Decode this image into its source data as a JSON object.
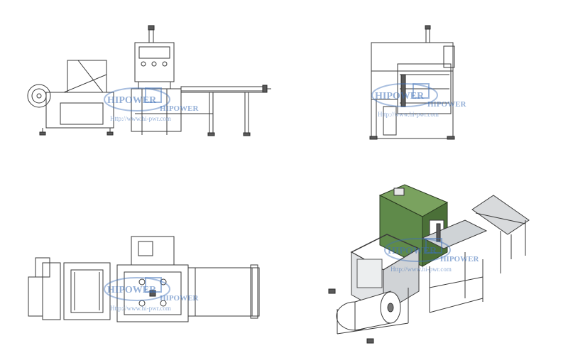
{
  "watermark": {
    "brand": "HIPOWER",
    "brand_left": "HIPOWER",
    "url": "Http://www.hi-pwr.com"
  },
  "views": [
    {
      "id": "front",
      "kind": "front-elevation"
    },
    {
      "id": "side",
      "kind": "side-elevation"
    },
    {
      "id": "top",
      "kind": "plan-view"
    },
    {
      "id": "iso",
      "kind": "isometric"
    }
  ],
  "colors": {
    "line": "#3a3a3a",
    "watermark": "#3d6fb8",
    "machine_green": "#5f8a4a",
    "frame_grey": "#bfc4c8",
    "roll_white": "#ffffff"
  }
}
